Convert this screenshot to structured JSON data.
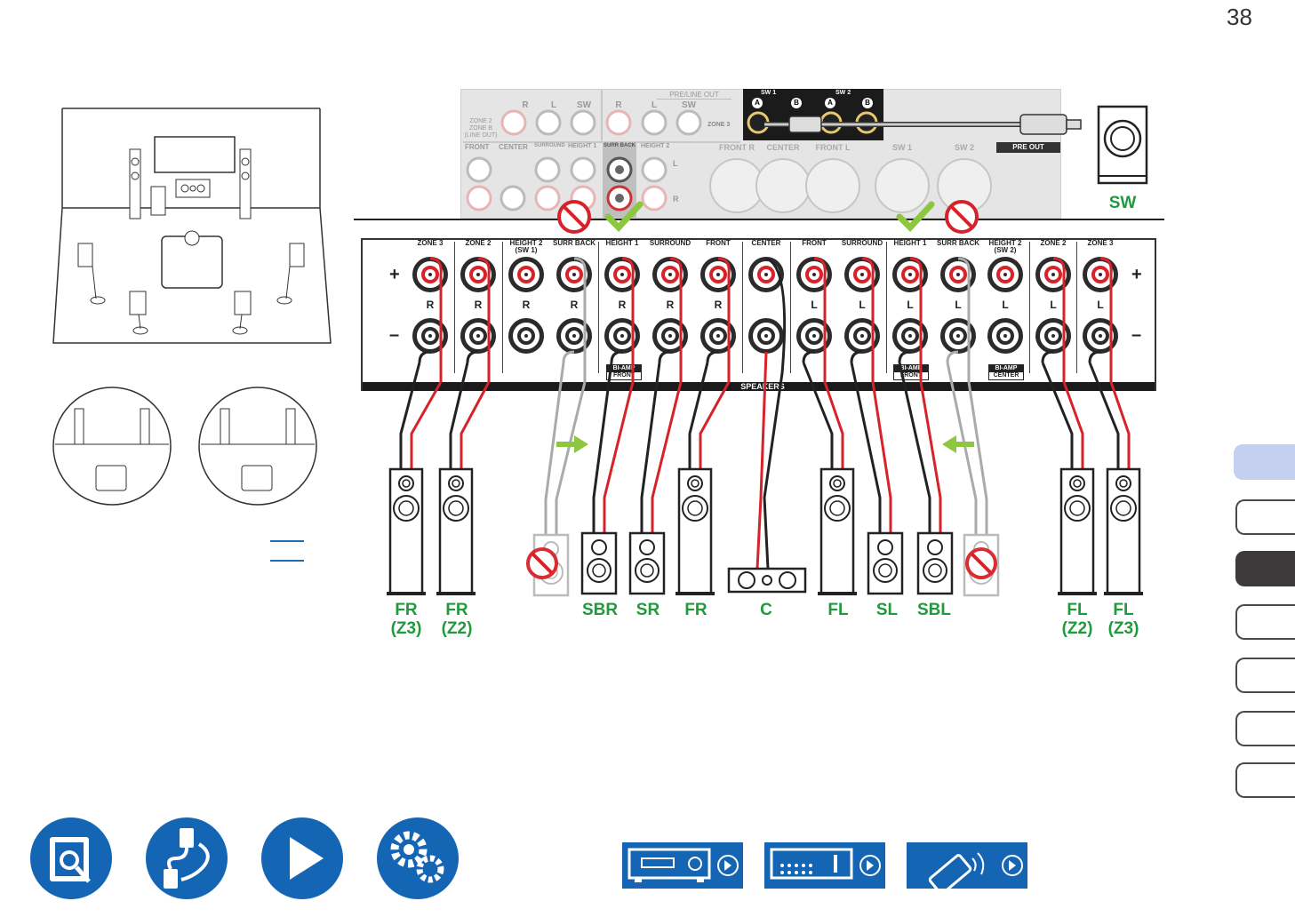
{
  "page": {
    "number": "38"
  },
  "terminals": {
    "top_labels": [
      "ZONE 3",
      "ZONE 2",
      "HEIGHT 2",
      "SURR BACK",
      "HEIGHT 1",
      "SURROUND",
      "FRONT",
      "CENTER",
      "FRONT",
      "SURROUND",
      "HEIGHT 1",
      "SURR BACK",
      "HEIGHT 2",
      "ZONE 2",
      "ZONE 3"
    ],
    "sub_labels": [
      "",
      "",
      "(SW 1)",
      "",
      "",
      "",
      "",
      "",
      "",
      "",
      "",
      "",
      "(SW 2)",
      "",
      ""
    ],
    "channel_letters": [
      "R",
      "R",
      "R",
      "R",
      "R",
      "R",
      "R",
      "",
      "L",
      "L",
      "L",
      "L",
      "L",
      "L",
      "L"
    ],
    "plus_sign": "+",
    "minus_sign": "–",
    "biamp_left": [
      "BI-AMP",
      "FRONT"
    ],
    "biamp_mid": [
      "BI-AMP",
      "FRONT"
    ],
    "biamp_right": [
      "BI-AMP",
      "CENTER"
    ],
    "bar_text": "SPEAKERS"
  },
  "preout_panel": {
    "zone_labels": [
      "ZONE 2",
      "ZONE B",
      "(LINE OUT)"
    ],
    "top_row": [
      "R",
      "L",
      "SW",
      "R",
      "L",
      "SW"
    ],
    "zone3": "ZONE 3",
    "pre_line_out": "PRE/LINE OUT",
    "sw1": "SW 1",
    "sw2": "SW 2",
    "a": "A",
    "b": "B",
    "bottom_row": [
      "FRONT",
      "CENTER",
      "SURROUND",
      "HEIGHT 1",
      "SURR BACK",
      "HEIGHT 2"
    ],
    "l_letter": "L",
    "r_letter": "R",
    "xlr": [
      "FRONT R",
      "CENTER",
      "FRONT L",
      "SW 1",
      "SW 2"
    ],
    "pre_out": "PRE OUT"
  },
  "speaker_labels": [
    [
      "FR",
      "(Z3)"
    ],
    [
      "FR",
      "(Z2)"
    ],
    [
      "SBR",
      ""
    ],
    [
      "SR",
      ""
    ],
    [
      "FR",
      ""
    ],
    [
      "C",
      ""
    ],
    [
      "FL",
      ""
    ],
    [
      "SL",
      ""
    ],
    [
      "SBL",
      ""
    ],
    [
      "FL",
      "(Z2)"
    ],
    [
      "FL",
      "(Z3)"
    ]
  ],
  "subwoofer_label": "SW",
  "colors": {
    "accent_green": "#1f9a3c",
    "cable_red": "#d6232a",
    "tab_blue": "#c5cff0",
    "nav_blue": "#1565b5"
  },
  "nav": {
    "circle_icons": [
      "manual-icon",
      "connection-icon",
      "playback-icon",
      "settings-icon"
    ],
    "button_icons": [
      "front-panel-icon",
      "rear-panel-icon",
      "remote-icon"
    ]
  }
}
